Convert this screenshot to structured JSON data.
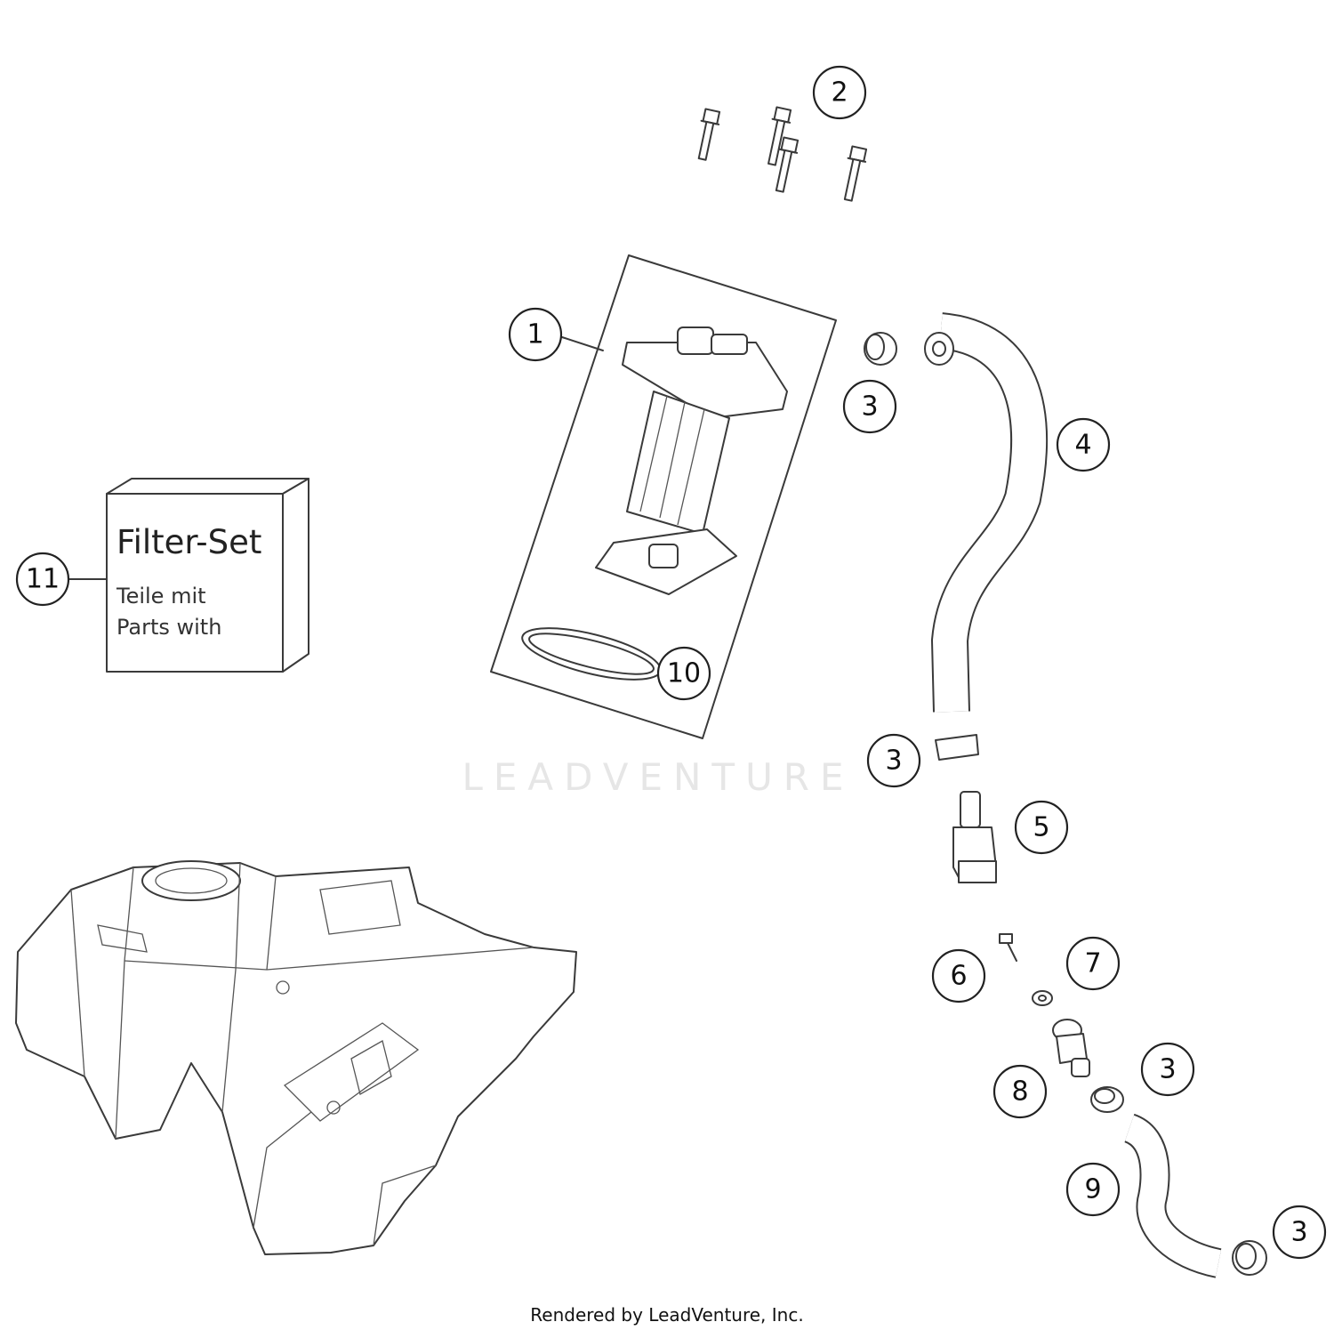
{
  "watermark": "LEADVENTURE",
  "footer": "Rendered by LeadVenture, Inc.",
  "filter_set_box": {
    "title": "Filter-Set",
    "line1": "Teile mit",
    "line2": "Parts with"
  },
  "callouts": [
    {
      "id": "c1",
      "label": "1"
    },
    {
      "id": "c2",
      "label": "2"
    },
    {
      "id": "c3a",
      "label": "3"
    },
    {
      "id": "c3b",
      "label": "3"
    },
    {
      "id": "c3c",
      "label": "3"
    },
    {
      "id": "c3d",
      "label": "3"
    },
    {
      "id": "c4",
      "label": "4"
    },
    {
      "id": "c5",
      "label": "5"
    },
    {
      "id": "c6",
      "label": "6"
    },
    {
      "id": "c7",
      "label": "7"
    },
    {
      "id": "c8",
      "label": "8"
    },
    {
      "id": "c9",
      "label": "9"
    },
    {
      "id": "c10",
      "label": "10"
    },
    {
      "id": "c11",
      "label": "11"
    }
  ]
}
